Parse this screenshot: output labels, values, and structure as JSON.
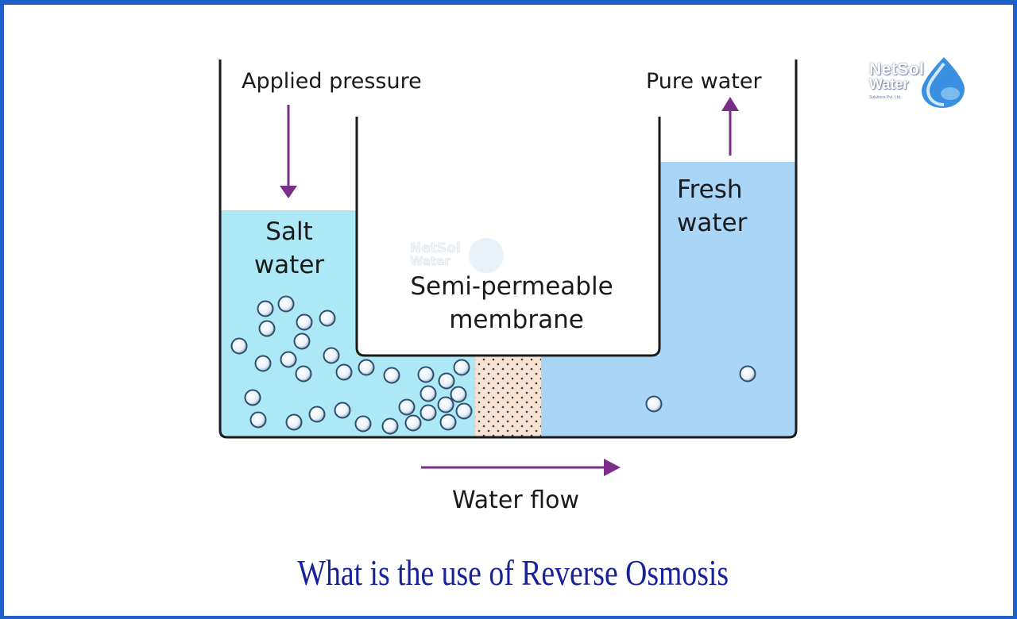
{
  "labels": {
    "applied_pressure": "Applied pressure",
    "pure_water": "Pure water",
    "salt_line1": "Salt",
    "salt_line2": "water",
    "fresh_line1": "Fresh",
    "fresh_line2": "water",
    "membrane_line1": "Semi-permeable",
    "membrane_line2": "membrane",
    "water_flow": "Water flow"
  },
  "caption": "What is the use of Reverse Osmosis",
  "logo": {
    "brand_line1": "NetSol",
    "brand_line2": "Water",
    "tagline": "Solutions Pvt. Ltd."
  },
  "watermark": {
    "line1": "NetSol",
    "line2": "Water"
  },
  "colors": {
    "frame": "#1f5fc9",
    "salt_water": "#ade8f7",
    "fresh_water": "#a9d6f7",
    "membrane": "#f7e2d3",
    "arrow": "#7a2e88",
    "caption": "#16219a",
    "container_outline": "#1a1a1a"
  },
  "icons": {
    "pressure_arrow": "arrow-down-icon",
    "pure_water_arrow": "arrow-up-icon",
    "flow_arrow": "arrow-right-icon",
    "salt_particle": "salt-particle-icon",
    "logo_drop": "water-drop-icon"
  }
}
